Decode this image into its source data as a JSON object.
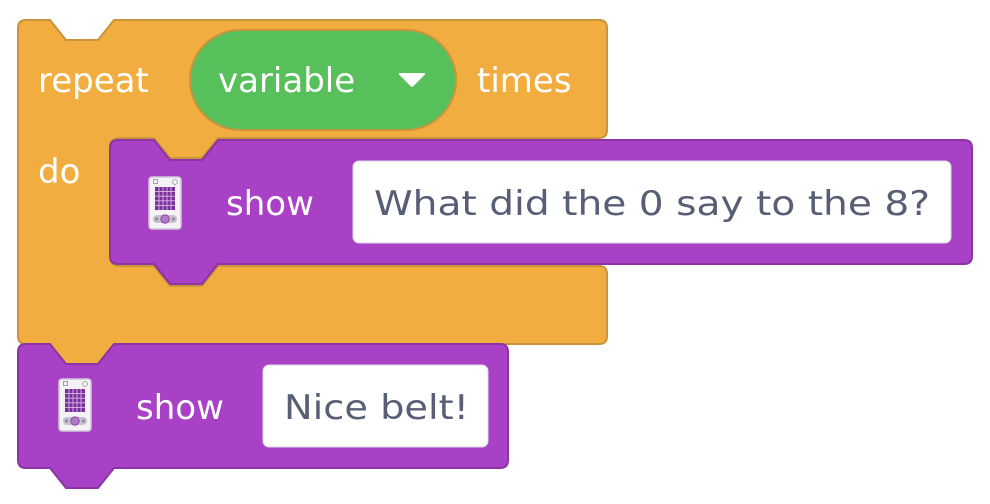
{
  "repeat_block": {
    "repeat_label": "repeat",
    "variable_label": "variable",
    "times_label": "times",
    "do_label": "do",
    "color": "#f1ad3f",
    "border": "#c9943a"
  },
  "show_inner": {
    "label": "show",
    "text": "What did the 0 say to the 8?",
    "icon": "led-matrix-icon"
  },
  "show_outer": {
    "label": "show",
    "text": "Nice belt!",
    "icon": "led-matrix-icon"
  },
  "colors": {
    "show_block": "#a941c7",
    "show_border": "#8b34a3",
    "variable_pill": "#58c05a",
    "variable_border": "#c9943a",
    "field_bg": "#ffffff",
    "field_text": "#575e75"
  }
}
